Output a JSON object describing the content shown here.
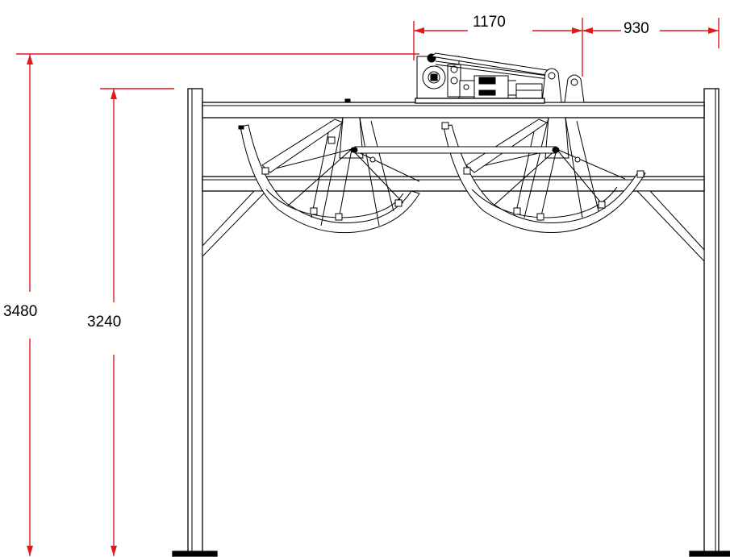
{
  "drawing": {
    "dimensions": [
      {
        "id": "dim-1170",
        "label": "1170"
      },
      {
        "id": "dim-930",
        "label": "930"
      },
      {
        "id": "dim-3480",
        "label": "3480"
      },
      {
        "id": "dim-3240",
        "label": "3240"
      }
    ],
    "colors": {
      "dimension_line": "#e0191e",
      "structure_line": "#000000",
      "background": "#ffffff"
    }
  }
}
